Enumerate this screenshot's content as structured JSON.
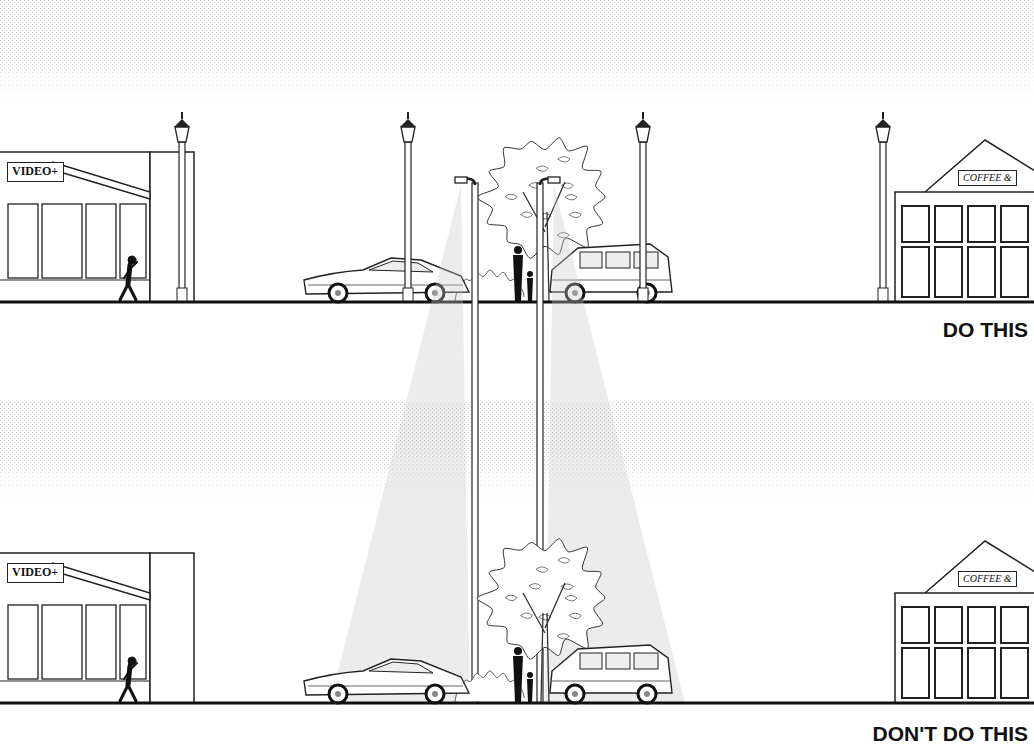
{
  "diagram": {
    "nodes": [
      {
        "text": [
          "VIDEO+"
        ]
      },
      {
        "text": [
          "COFFEE &"
        ]
      },
      {
        "text": [
          "VIDEO+"
        ]
      },
      {
        "text": [
          "COFFEE &"
        ]
      }
    ],
    "labels": [
      "DO THIS",
      "DON'T DO THIS"
    ]
  }
}
